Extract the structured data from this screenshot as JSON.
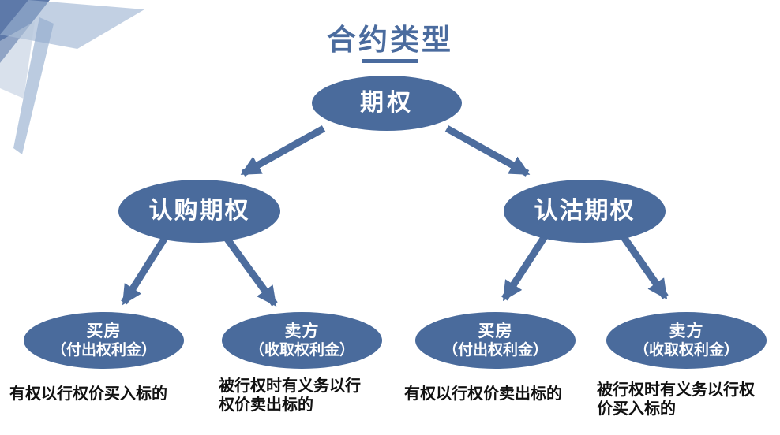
{
  "title": {
    "text": "合约类型"
  },
  "tree": {
    "root": {
      "label": "期权"
    },
    "level2": [
      {
        "label": "认购期权"
      },
      {
        "label": "认沽期权"
      }
    ],
    "level3": [
      {
        "line1": "买房",
        "line2": "（付出权利金）"
      },
      {
        "line1": "卖方",
        "line2": "（收取权利金）"
      },
      {
        "line1": "买房",
        "line2": "（付出权利金）"
      },
      {
        "line1": "卖方",
        "line2": "（收取权利金）"
      }
    ],
    "notes": [
      "有权以行权价买入标的",
      "被行权时有义务以行权价卖出标的",
      "有权以行权价卖出标的",
      "被行权时有义务以行权价买入标的"
    ]
  },
  "colors": {
    "node_fill": "#4a6b9c",
    "arrow": "#4d6d9e",
    "title": "#4a6b9e",
    "note_text": "#111111"
  }
}
